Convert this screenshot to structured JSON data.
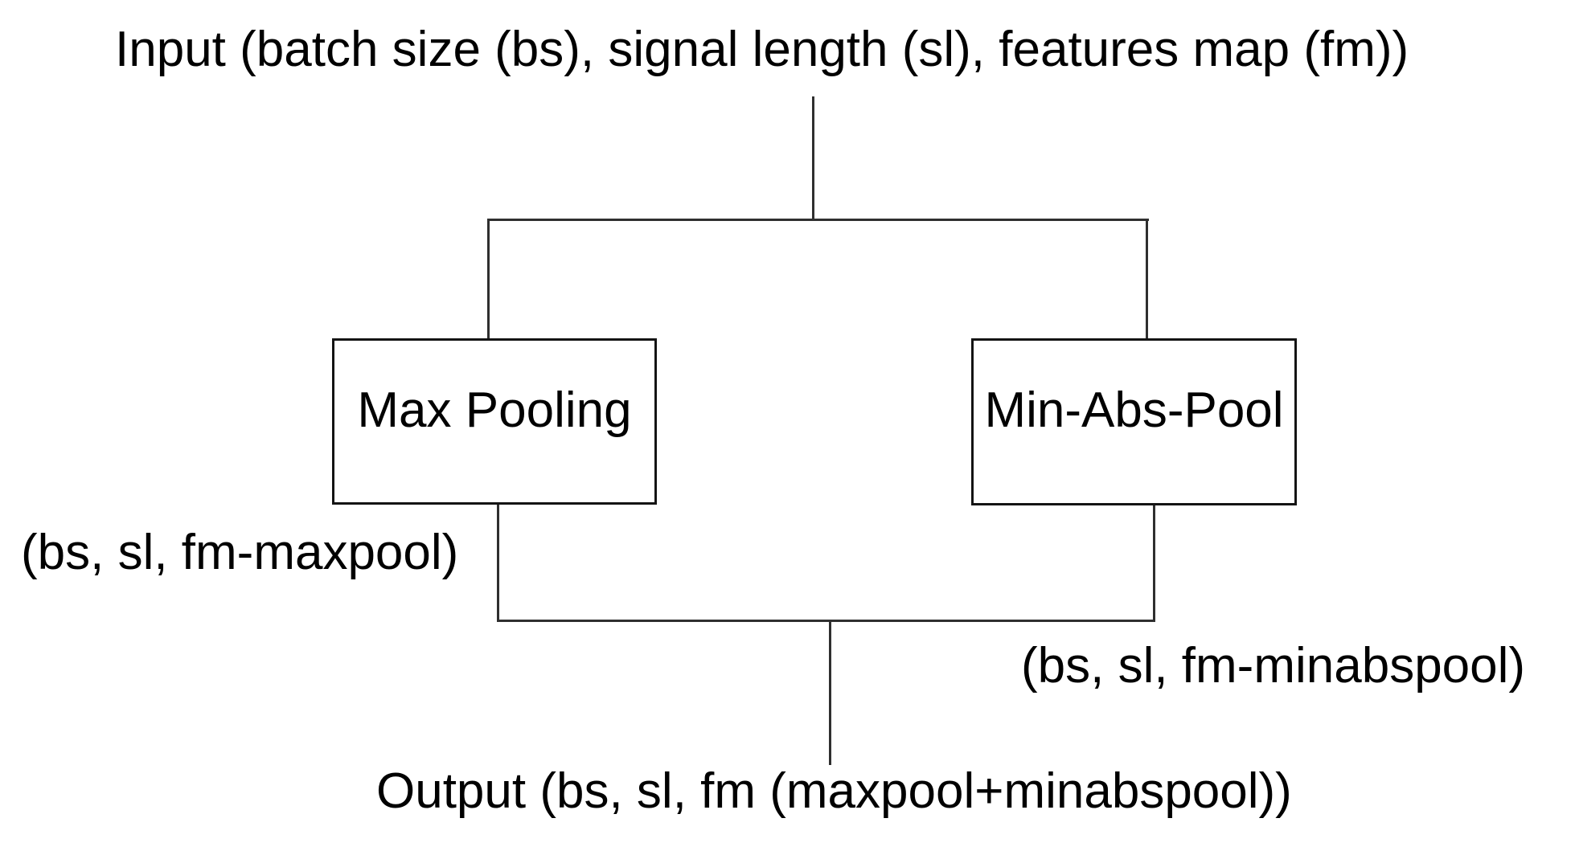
{
  "diagram": {
    "input_label": "Input (batch size (bs), signal length (sl), features map (fm))",
    "nodes": [
      {
        "id": "max-pooling",
        "label": "Max Pooling"
      },
      {
        "id": "min-abs-pool",
        "label": "Min-Abs-Pool"
      }
    ],
    "edge_labels": {
      "max_pool_output": "(bs, sl, fm-maxpool)",
      "min_abs_pool_output": "(bs, sl, fm-minabspool)"
    },
    "output_label": "Output (bs, sl, fm (maxpool+minabspool))",
    "colors": {
      "background": "#ffffff",
      "line": "#2f2f2f",
      "node_border": "#141414",
      "text": "#000000"
    }
  }
}
